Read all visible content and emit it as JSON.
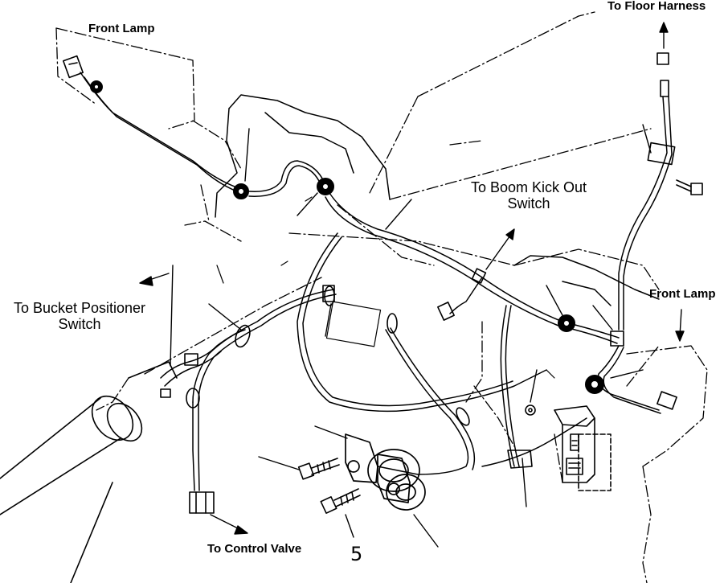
{
  "labels": {
    "front_lamp_left": "Front Lamp",
    "to_floor_harness": "To Floor Harness",
    "to_boom_kick_out_line1": "To Boom Kick Out",
    "to_boom_kick_out_line2": "Switch",
    "front_lamp_right": "Front Lamp",
    "to_bucket_positioner_line1": "To Bucket Positioner",
    "to_bucket_positioner_line2": "Switch",
    "to_control_valve": "To Control Valve",
    "callout_number": "5"
  },
  "colors": {
    "ink": "#000000",
    "paper": "#ffffff"
  }
}
